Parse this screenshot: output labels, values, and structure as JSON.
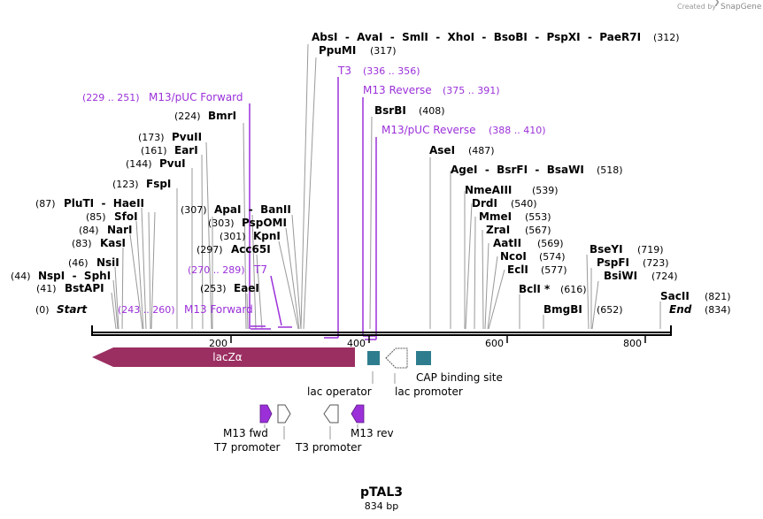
{
  "header": {
    "created_by": "Created by",
    "brand": "SnapGene"
  },
  "map": {
    "name": "pTAL3",
    "size": "834 bp",
    "start": {
      "pos": "(0)",
      "label": "Start"
    },
    "end": {
      "pos": "(834)",
      "label": "End"
    },
    "ticks": [
      "200",
      "400",
      "600",
      "800"
    ],
    "sites": {
      "s1": {
        "pos": "(41)",
        "name": "BstAPI"
      },
      "s2": {
        "pos": "(44)",
        "name": "NspI  -  SphI"
      },
      "s3": {
        "pos": "(46)",
        "name": "NsiI"
      },
      "s4": {
        "pos": "(83)",
        "name": "KasI"
      },
      "s5": {
        "pos": "(84)",
        "name": "NarI"
      },
      "s6": {
        "pos": "(85)",
        "name": "SfoI"
      },
      "s7": {
        "pos": "(87)",
        "name": "PluTI  -  HaeII"
      },
      "s8": {
        "pos": "(123)",
        "name": "FspI"
      },
      "s9": {
        "pos": "(144)",
        "name": "PvuI"
      },
      "s10": {
        "pos": "(161)",
        "name": "EarI"
      },
      "s11": {
        "pos": "(173)",
        "name": "PvuII"
      },
      "s12": {
        "pos": "(224)",
        "name": "BmrI"
      },
      "s13": {
        "pos": "(253)",
        "name": "EaeI"
      },
      "s14": {
        "pos": "(297)",
        "name": "Acc65I"
      },
      "s15": {
        "pos": "(301)",
        "name": "KpnI"
      },
      "s16": {
        "pos": "(303)",
        "name": "PspOMI"
      },
      "s17": {
        "pos": "(307)",
        "name": "ApaI  -  BanII"
      },
      "s18": {
        "name": "AbsI  -  AvaI  -  SmlI  -  XhoI  -  BsoBI  -  PspXI  -  PaeR7I",
        "pos": "(312)"
      },
      "s19": {
        "name": "PpuMI",
        "pos": "(317)"
      },
      "s20": {
        "name": "BsrBI",
        "pos": "(408)"
      },
      "s21": {
        "name": "AseI",
        "pos": "(487)"
      },
      "s22": {
        "name": "AgeI  -  BsrFI  -  BsaWI",
        "pos": "(518)"
      },
      "s23": {
        "name": "NmeAIII",
        "pos": "(539)"
      },
      "s24": {
        "name": "DrdI",
        "pos": "(540)"
      },
      "s25": {
        "name": "MmeI",
        "pos": "(553)"
      },
      "s26": {
        "name": "ZraI",
        "pos": "(567)"
      },
      "s27": {
        "name": "AatII",
        "pos": "(569)"
      },
      "s28": {
        "name": "NcoI",
        "pos": "(574)"
      },
      "s29": {
        "name": "EclI",
        "pos": "(577)"
      },
      "s30": {
        "name": "BclI *",
        "pos": "(616)"
      },
      "s31": {
        "name": "BmgBI",
        "pos": "(652)"
      },
      "s32": {
        "name": "BseYI",
        "pos": "(719)"
      },
      "s33": {
        "name": "PspFI",
        "pos": "(723)"
      },
      "s34": {
        "name": "BsiWI",
        "pos": "(724)"
      },
      "s35": {
        "name": "SacII",
        "pos": "(821)"
      }
    },
    "primers": {
      "p1": {
        "range": "(229 .. 251)",
        "name": "M13/pUC Forward"
      },
      "p2": {
        "range": "(243 .. 260)",
        "name": "M13 Forward"
      },
      "p3": {
        "range": "(270 .. 289)",
        "name": "T7"
      },
      "p4": {
        "name": "T3",
        "range": "(336 .. 356)"
      },
      "p5": {
        "name": "M13 Reverse",
        "range": "(375 .. 391)"
      },
      "p6": {
        "name": "M13/pUC Reverse",
        "range": "(388 .. 410)"
      }
    },
    "features": {
      "lacz": "lacZα",
      "lac_operator": "lac operator",
      "lac_promoter": "lac promoter",
      "cap_site": "CAP binding site",
      "m13_fwd": "M13 fwd",
      "t7_promoter": "T7 promoter",
      "t3_promoter": "T3 promoter",
      "m13_rev": "M13 rev"
    },
    "colors": {
      "lacz": "#9b2f62",
      "operator": "#2e7d8e",
      "primer": "#9b30d9",
      "backbone": "#000000"
    }
  }
}
